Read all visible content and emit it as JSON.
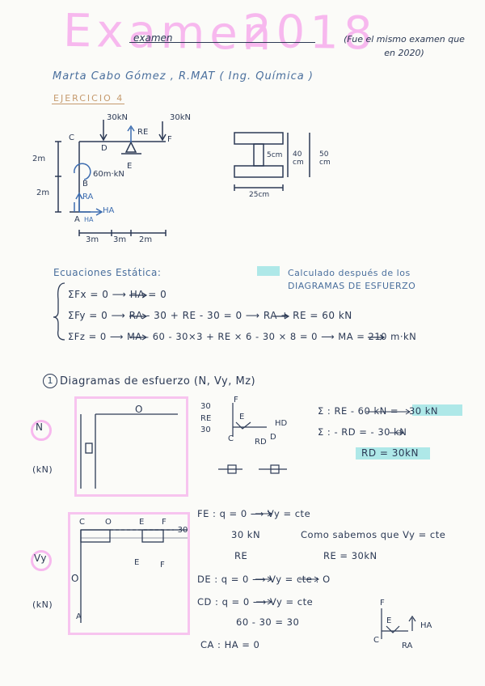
{
  "header": {
    "title": "Examen",
    "title_year": "2018",
    "title_sub": "examen",
    "note": "(Fue el mismo examen que en 2020)"
  },
  "author": "Marta Cabo Gómez , R.MAT ( Ing. Química )",
  "exercise_label": "EJERCICIO 4",
  "structure": {
    "labels": {
      "C": "C",
      "D": "D",
      "E": "E",
      "F": "F",
      "B": "B",
      "A": "A",
      "load1": "30kN",
      "load2": "30kN",
      "RE": "RE",
      "moment": "60m·kN",
      "RA": "RA",
      "HA": "HA",
      "HA_small": "HA",
      "dim_h1": "2m",
      "dim_h2": "2m",
      "dim_w1": "3m",
      "dim_w2": "3m",
      "dim_w3": "2m"
    },
    "section": {
      "w5": "5cm",
      "h40": "40 cm",
      "h50": "50 cm",
      "w25": "25cm"
    }
  },
  "equilibrium": {
    "heading": "Ecuaciones Estática:",
    "legend": "Calculado después de los DIAGRAMAS DE ESFUERZO",
    "eq1": "ΣFx = 0  ⟶  HA = 0",
    "eq2": "ΣFy = 0  ⟶  RA - 30 + RE - 30 = 0 ⟶ RA + RE = 60 kN",
    "eq3": "ΣFz = 0  ⟶  MA - 60 - 30×3 + RE × 6 - 30 × 8 = 0 ⟶ MA = 210 m·kN"
  },
  "diagrams": {
    "heading_num": "1",
    "heading": "Diagramas de esfuerzo (N, Vy, Mz)",
    "N_block": {
      "label": "N",
      "unit": "(kN)",
      "zero": "O",
      "fbd": {
        "v30a": "30",
        "F": "F",
        "RE": "RE",
        "E": "E",
        "v30b": "30",
        "HD": "HD",
        "C": "C",
        "RD": "RD",
        "D": "D"
      },
      "eq1": "Σ :  RE - 60 kN = - 30 kN",
      "eq2": "Σ :  - RD = - 30 kN",
      "result": "RD = 30kN"
    },
    "V_block": {
      "label": "Vy",
      "unit": "(kN)",
      "labels_top": [
        "C",
        "O",
        "E",
        "F"
      ],
      "neg30": "-30",
      "E": "E",
      "F": "F",
      "zero": "O",
      "A": "A",
      "FE": "FE :  q = 0 ⟶ Vy = cte",
      "v30": "30 kN",
      "RE": "RE",
      "remark": "Como sabemos que Vy = cte",
      "re30": "RE = 30kN",
      "DE": "DE :  q = 0 ⟶ Vy = cte : O",
      "CD": "CD :  q = 0 ⟶ Vy = cte",
      "cd_val": "60 - 30 = 30",
      "CA": "CA :  HA = 0",
      "fbd": {
        "F": "F",
        "E": "E",
        "HA": "HA",
        "C": "C",
        "RA": "RA"
      }
    }
  },
  "colors": {
    "pink": "#f7b8ee",
    "ink": "#2c3a55",
    "blue": "#4a6f9d",
    "teal": "#aee8e8",
    "tan": "#c59a6d"
  }
}
